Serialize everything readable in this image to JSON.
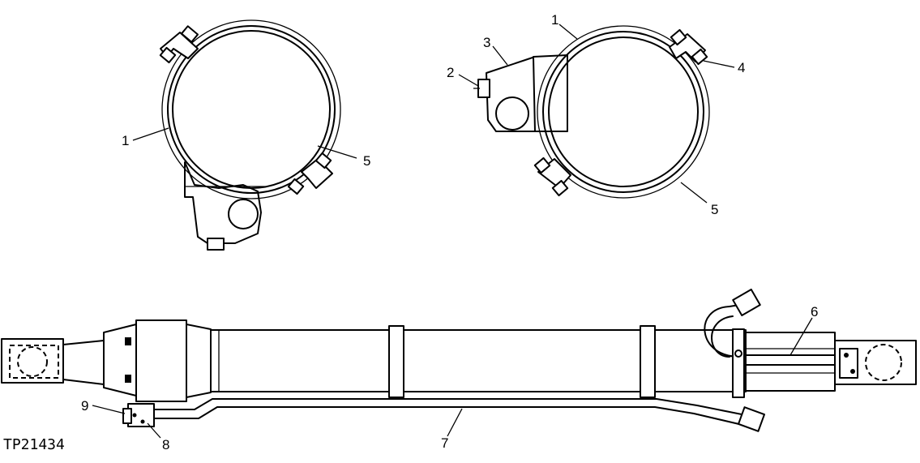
{
  "figure": {
    "id_label": "TP21434"
  },
  "callouts": {
    "c1a": "1",
    "c5a": "5",
    "c1b": "1",
    "c3": "3",
    "c2": "2",
    "c4": "4",
    "c5b": "5",
    "c6": "6",
    "c7": "7",
    "c8": "8",
    "c9": "9"
  }
}
